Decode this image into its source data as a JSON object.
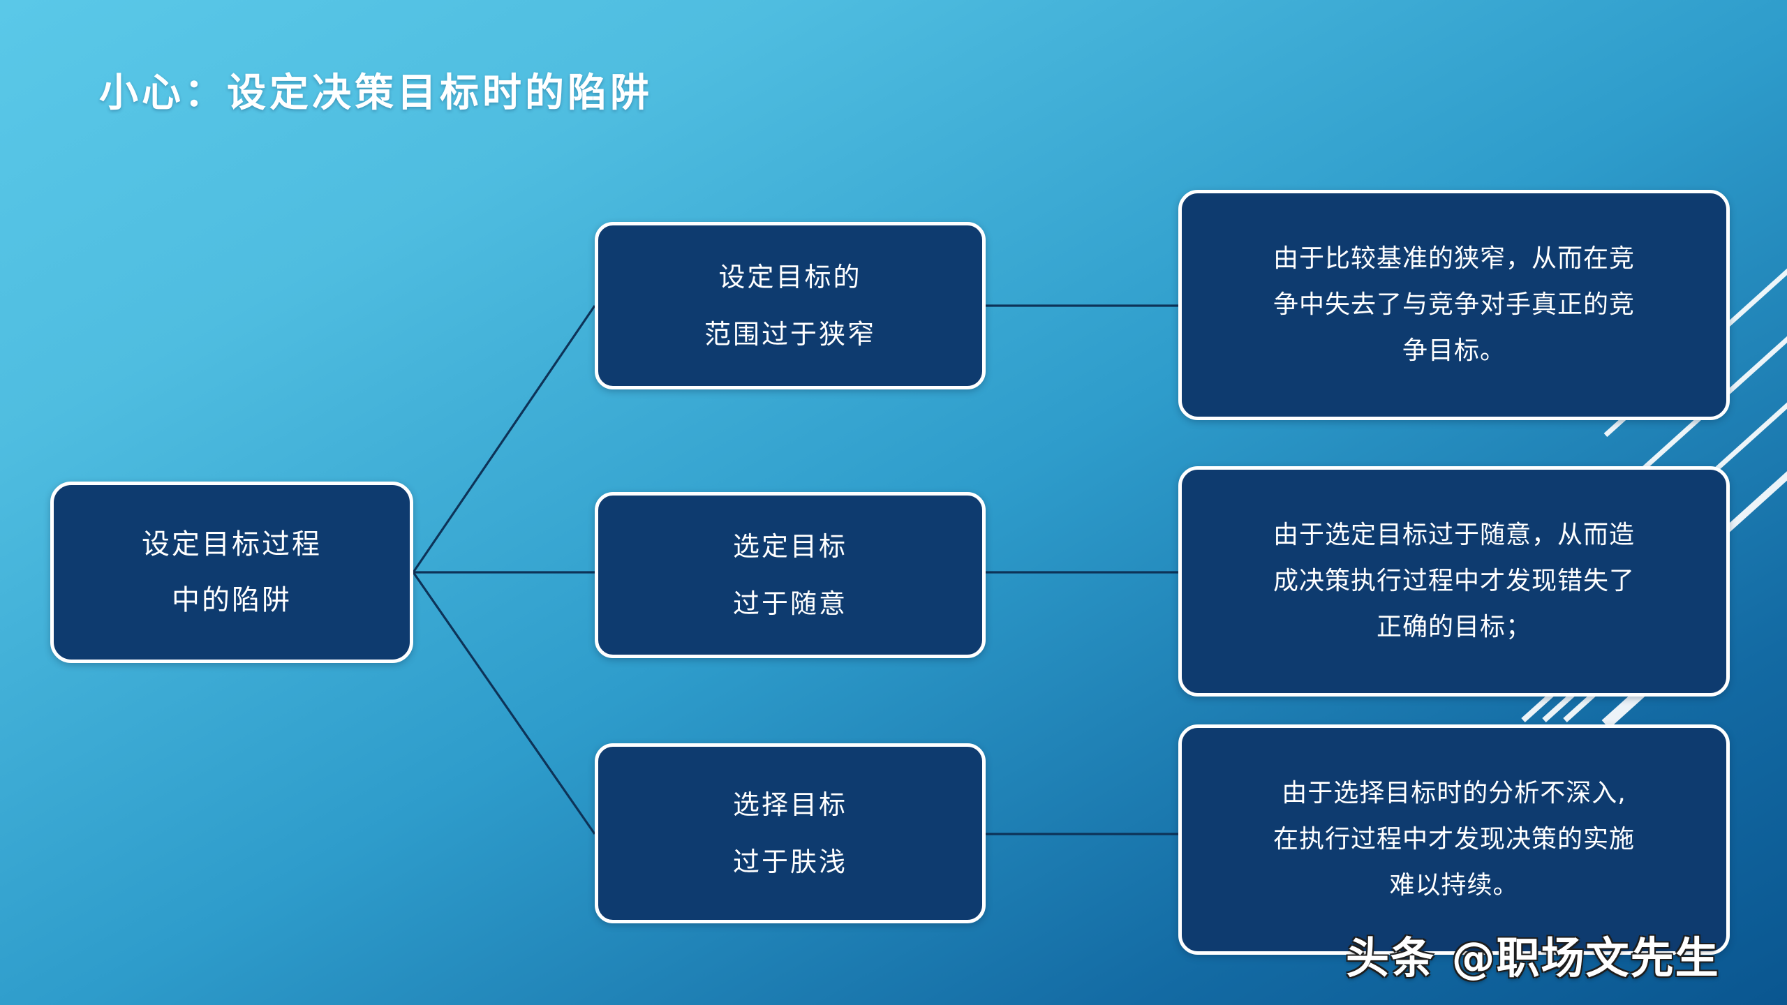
{
  "slide": {
    "title": "小心：设定决策目标时的陷阱",
    "watermark": "头条 @职场文先生",
    "colors": {
      "background_top": "#5ac8e8",
      "background_bottom": "#0a5690",
      "node_fill": "#0e3b6f",
      "node_border": "#ffffff",
      "connector": "#0d3358",
      "text": "#ffffff"
    }
  },
  "root_node": {
    "lines": [
      "设定目标过程",
      "中的陷阱"
    ]
  },
  "middle_nodes": [
    {
      "lines": [
        "设定目标的",
        "范围过于狭窄"
      ]
    },
    {
      "lines": [
        "选定目标",
        "过于随意"
      ]
    },
    {
      "lines": [
        "选择目标",
        "过于肤浅"
      ]
    }
  ],
  "detail_nodes": [
    {
      "lines": [
        "由于比较基准的狭窄，从而在竞",
        "争中失去了与竞争对手真正的竞",
        "争目标。"
      ]
    },
    {
      "lines": [
        "由于选定目标过于随意，从而造",
        "成决策执行过程中才发现错失了",
        "正确的目标；"
      ]
    },
    {
      "lines": [
        "由于选择目标时的分析不深入,",
        "在执行过程中才发现决策的实施",
        "难以持续。"
      ]
    }
  ]
}
